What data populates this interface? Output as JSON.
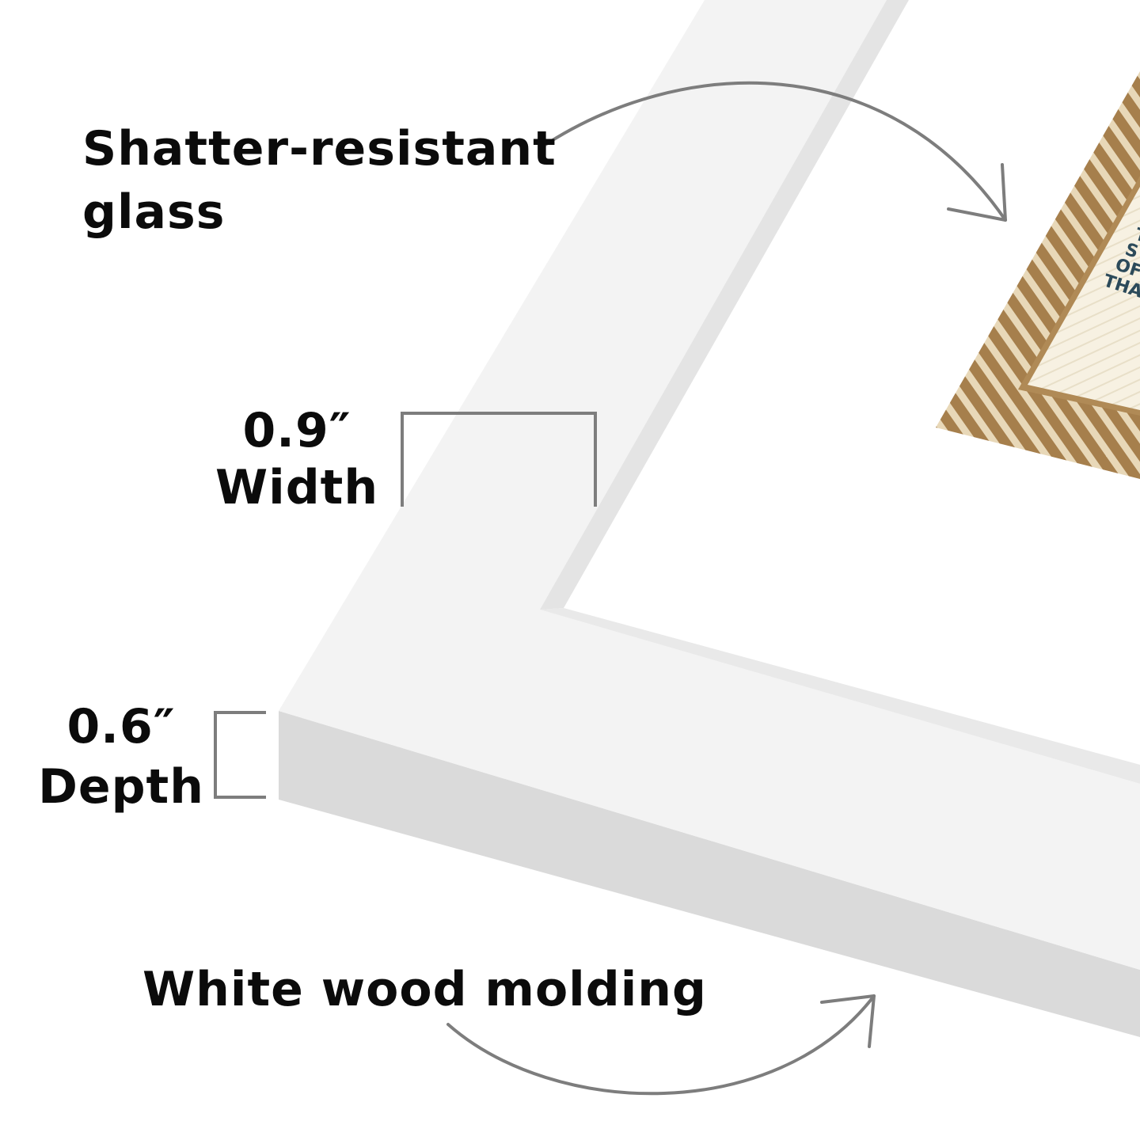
{
  "callouts": {
    "glass": {
      "line1": "Shatter-resistant",
      "line2": "glass"
    },
    "width": {
      "value": "0.9″",
      "label": "Width"
    },
    "depth": {
      "value": "0.6″",
      "label": "Depth"
    },
    "molding": {
      "text": "White wood molding"
    }
  },
  "artwork_text": [
    "T",
    "S",
    "OF",
    "THA"
  ],
  "colors": {
    "frame_face": "#f3f3f3",
    "frame_side": "#dadada",
    "frame_bevel": "#e4e4e4",
    "mat": "#ffffff",
    "art_border": "#b08a56",
    "art_inner": "#f6efdc",
    "arrow": "#7d7d7d",
    "text": "#0b0b0b"
  }
}
